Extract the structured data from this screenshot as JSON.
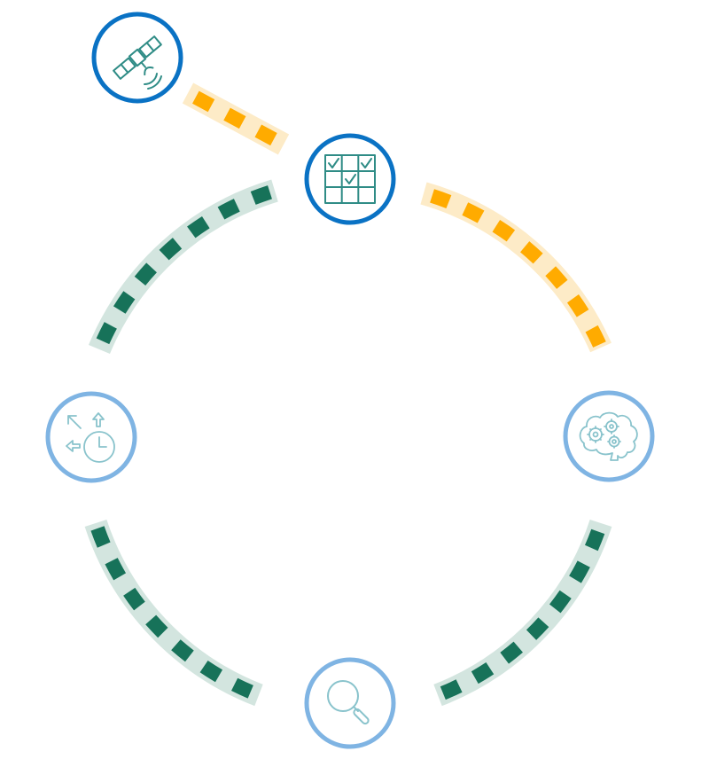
{
  "colors": {
    "background": "#ffffff",
    "dark_blue": "#0a72c4",
    "light_blue": "#7fb4e3",
    "teal_icon": "#2f8c86",
    "light_teal_icon": "#89c3cc",
    "green_track": "#d3e5df",
    "green_dash": "#177259",
    "orange_track": "#fdebc7",
    "orange_dash": "#ffab00"
  },
  "nodes": [
    {
      "name": "satellite-node",
      "icon": "satellite-icon",
      "ring": "dark_blue"
    },
    {
      "name": "grid-checklist-node",
      "icon": "grid-checklist-icon",
      "ring": "dark_blue"
    },
    {
      "name": "brain-gears-node",
      "icon": "brain-gears-icon",
      "ring": "light_blue"
    },
    {
      "name": "magnifier-node",
      "icon": "magnifier-icon",
      "ring": "light_blue"
    },
    {
      "name": "clock-arrows-node",
      "icon": "clock-arrows-icon",
      "ring": "light_blue"
    }
  ],
  "connectors": [
    {
      "name": "connector-satellite-to-grid",
      "style": "orange"
    },
    {
      "name": "connector-grid-to-brain",
      "style": "orange"
    },
    {
      "name": "connector-brain-to-magnifier",
      "style": "green"
    },
    {
      "name": "connector-magnifier-to-clock",
      "style": "green"
    },
    {
      "name": "connector-clock-to-grid",
      "style": "green"
    }
  ]
}
